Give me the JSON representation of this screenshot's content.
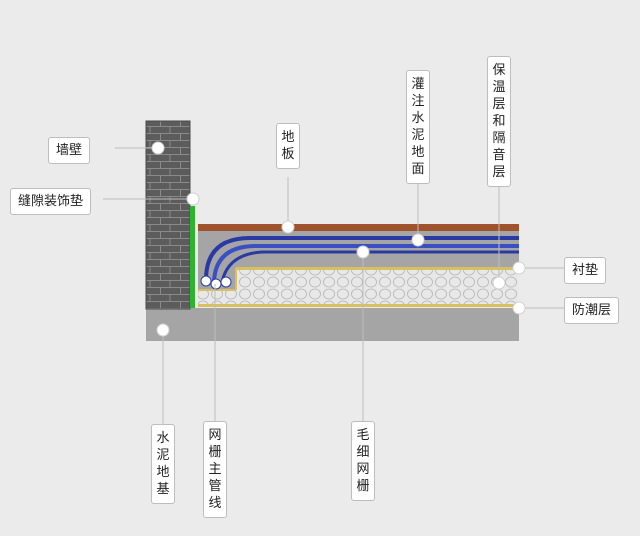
{
  "labels": {
    "wall": "墙壁",
    "gap_trim": "缝隙装饰垫",
    "floor_board": "地板",
    "poured_concrete": "灌注水泥地面",
    "insulation": "保温层和隔音层",
    "underlay": "衬垫",
    "moisture_barrier": "防潮层",
    "concrete_base": "水泥地基",
    "main_pipe": "网栅主管线",
    "grid": "毛细网栅"
  },
  "colors": {
    "background": "#ebebeb",
    "brick": "#5c5c5c",
    "concrete": "#a5a5a5",
    "floor_board": "#a0522d",
    "pipe": "#2b3aa3",
    "trim": "#2fb32f",
    "insulation_border": "#d8c060",
    "leader_line": "#bdbdbd"
  }
}
